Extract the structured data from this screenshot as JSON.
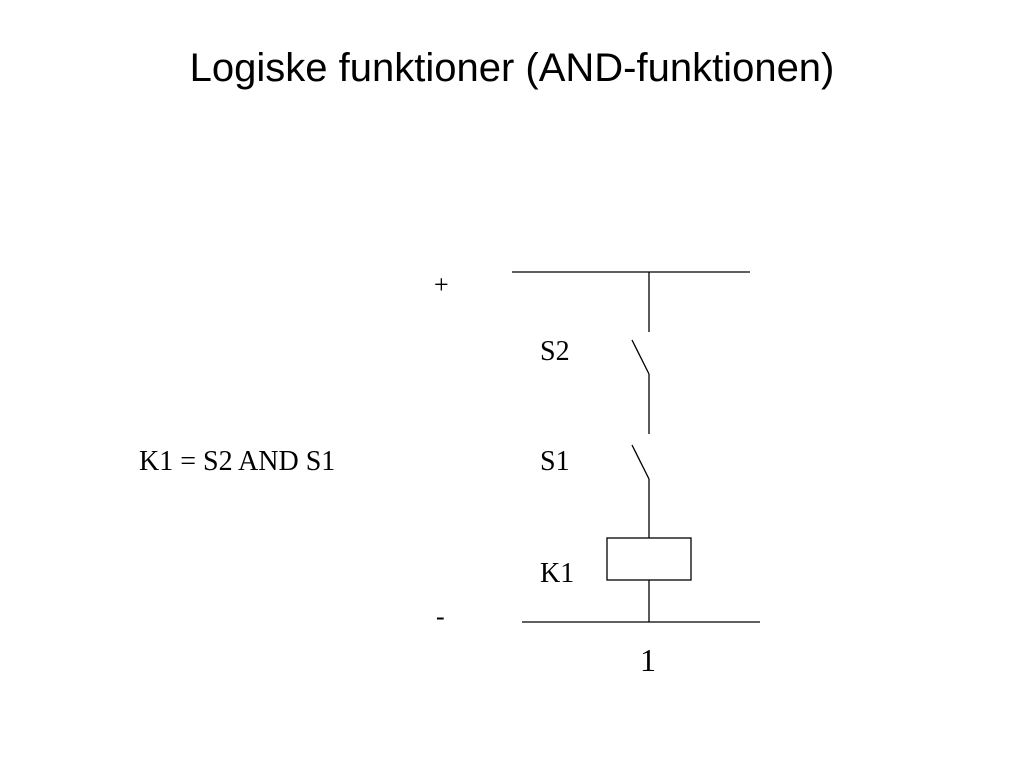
{
  "slide": {
    "title": "Logiske funktioner (AND-funktionen)"
  },
  "diagram": {
    "supply_positive_label": "+",
    "supply_negative_label": "-",
    "contacts": [
      {
        "name": "S2",
        "label": "S2",
        "type": "normally-open"
      },
      {
        "name": "S1",
        "label": "S1",
        "type": "normally-open"
      }
    ],
    "coil": {
      "name": "K1",
      "label": "K1"
    },
    "rung_number": "1",
    "equation": "K1 = S2 AND S1"
  },
  "colors": {
    "background": "#ffffff",
    "ink": "#000000"
  }
}
